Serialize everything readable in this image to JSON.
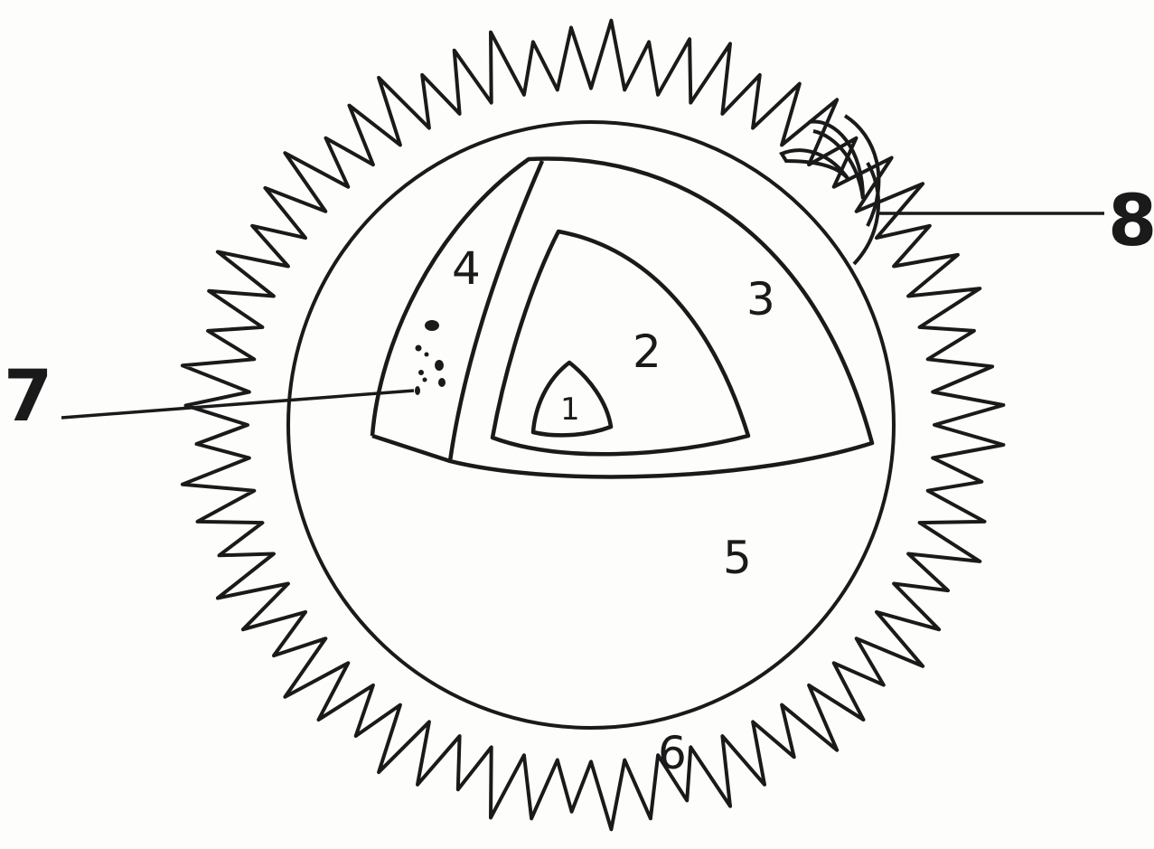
{
  "diagram": {
    "labels": {
      "l1": "1",
      "l2": "2",
      "l3": "3",
      "l4": "4",
      "l5": "5",
      "l6": "6",
      "l7": "7",
      "l8": "8"
    },
    "colors": {
      "ink": "#1a1a1a",
      "paper": "#fdfdfb"
    }
  }
}
